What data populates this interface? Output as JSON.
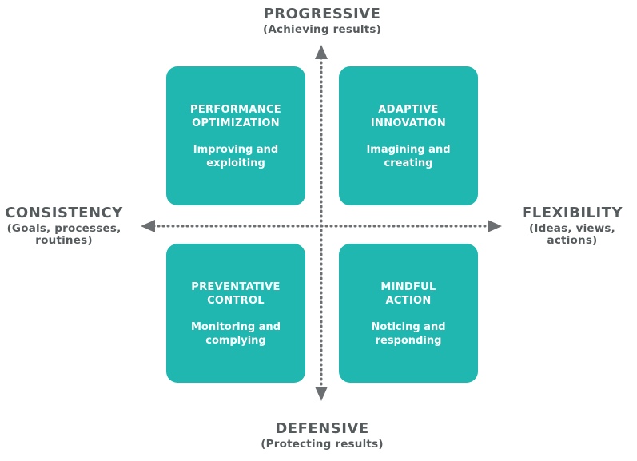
{
  "axes": {
    "top": {
      "label": "PROGRESSIVE",
      "sublabel": "(Achieving results)"
    },
    "bottom": {
      "label": "DEFENSIVE",
      "sublabel": "(Protecting results)"
    },
    "left": {
      "label": "CONSISTENCY",
      "sublabel": "(Goals, processes,\nroutines)"
    },
    "right": {
      "label": "FLEXIBILITY",
      "sublabel": "(Ideas, views,\nactions)"
    }
  },
  "quadrants": {
    "top_left": {
      "title": "PERFORMANCE\nOPTIMIZATION",
      "description": "Improving and\nexploiting"
    },
    "top_right": {
      "title": "ADAPTIVE\nINNOVATION",
      "description": "Imagining and\ncreating"
    },
    "bottom_left": {
      "title": "PREVENTATIVE\nCONTROL",
      "description": "Monitoring and\ncomplying"
    },
    "bottom_right": {
      "title": "MINDFUL\nACTION",
      "description": "Noticing and\nresponding"
    }
  },
  "colors": {
    "quadrant_fill": "#1fb7b0",
    "axis_line": "#6b6f72",
    "text": "#555a5c"
  }
}
